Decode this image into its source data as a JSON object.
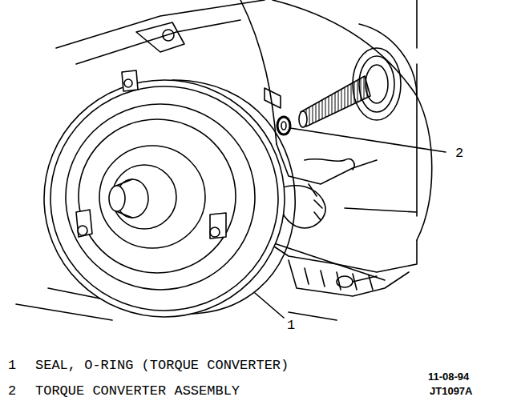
{
  "diagram": {
    "labels": [
      "2",
      "1",
      "1",
      "SEAL, O-RING (TORQUE CONVERTER)",
      "2",
      "TORQUE CONVERTER ASSEMBLY",
      "11-08-94",
      "JT1097A"
    ]
  }
}
